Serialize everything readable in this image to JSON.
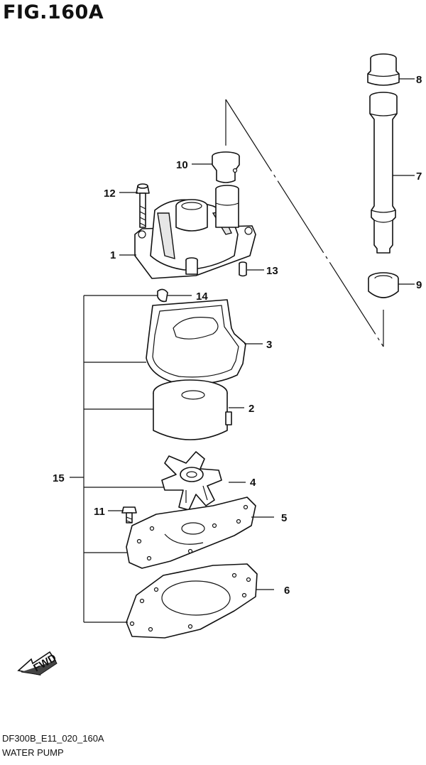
{
  "figure": {
    "title": "FIG.160A",
    "code": "DF300B_E11_020_160A",
    "name": "WATER PUMP"
  },
  "fwd_label": "FWD",
  "callouts": [
    {
      "id": "1",
      "label": "1"
    },
    {
      "id": "2",
      "label": "2"
    },
    {
      "id": "3",
      "label": "3"
    },
    {
      "id": "4",
      "label": "4"
    },
    {
      "id": "5",
      "label": "5"
    },
    {
      "id": "6",
      "label": "6"
    },
    {
      "id": "7",
      "label": "7"
    },
    {
      "id": "8",
      "label": "8"
    },
    {
      "id": "9",
      "label": "9"
    },
    {
      "id": "10",
      "label": "10"
    },
    {
      "id": "11",
      "label": "11"
    },
    {
      "id": "12",
      "label": "12"
    },
    {
      "id": "13",
      "label": "13"
    },
    {
      "id": "14",
      "label": "14"
    },
    {
      "id": "15",
      "label": "15"
    }
  ]
}
